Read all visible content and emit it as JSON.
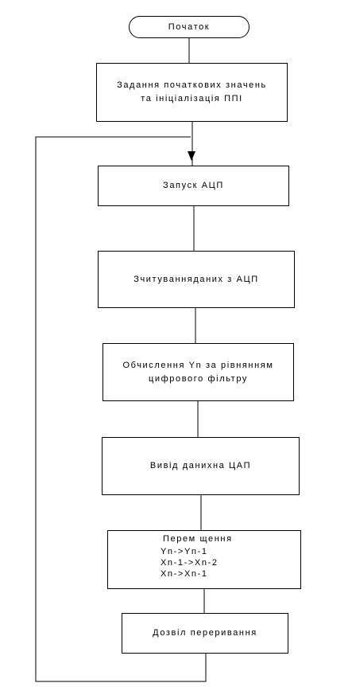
{
  "flowchart": {
    "start": "Початок",
    "init": [
      "Задання початкових значень",
      "та ініціалізація ППІ"
    ],
    "adc_start": "Запуск АЦП",
    "adc_read": "Зчитуванняданих з АЦП",
    "compute": [
      "Обчислення Yn за рівнянням",
      "цифрового фільтру"
    ],
    "dac_out": "Вивід данихна ЦАП",
    "shift": [
      "Перем щення",
      "Yn->Yn-1",
      "Xn-1->Xn-2",
      "Xn->Xn-1"
    ],
    "interrupt": "Дозвіл переривання"
  }
}
